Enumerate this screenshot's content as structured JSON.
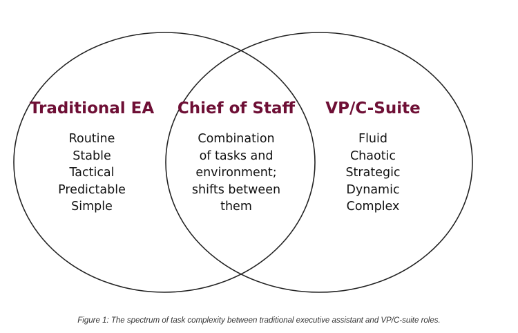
{
  "diagram": {
    "type": "venn",
    "circle_stroke": "#222222",
    "title_color": "#6e0f35",
    "regions": [
      {
        "id": "left",
        "title": "Traditional EA",
        "items": [
          "Routine",
          "Stable",
          "Tactical",
          "Predictable",
          "Simple"
        ]
      },
      {
        "id": "center",
        "title": "Chief of Staff",
        "items": [
          "Combination",
          "of tasks and",
          "environment;",
          "shifts between",
          "them"
        ]
      },
      {
        "id": "right",
        "title": "VP/C-Suite",
        "items": [
          "Fluid",
          "Chaotic",
          "Strategic",
          "Dynamic",
          "Complex"
        ]
      }
    ]
  },
  "caption": "Figure 1: The spectrum of task complexity between traditional executive assistant and VP/C-suite roles."
}
